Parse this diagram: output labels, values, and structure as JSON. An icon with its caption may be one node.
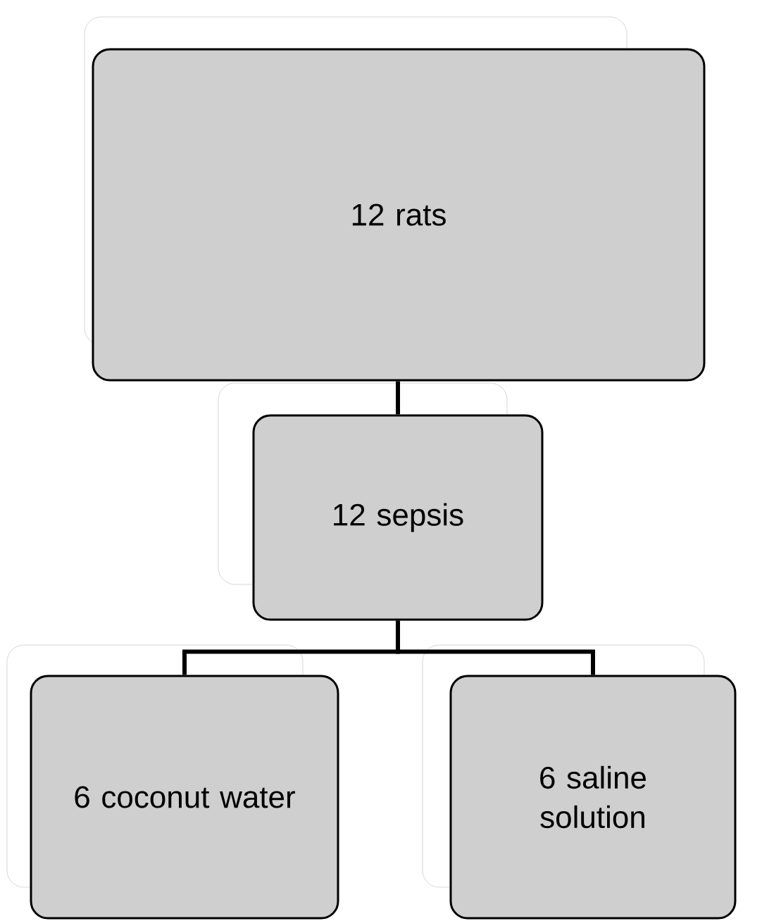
{
  "diagram": {
    "nodes": [
      {
        "text": [
          "12 rats"
        ]
      },
      {
        "text": [
          "12 sepsis"
        ]
      },
      {
        "text": [
          "6 coconut water"
        ]
      },
      {
        "text": [
          "6 saline solution"
        ]
      }
    ],
    "edges": [
      {
        "from": 0,
        "to": 1,
        "arrow": "none"
      },
      {
        "from": 1,
        "to": 2,
        "arrow": "none"
      },
      {
        "from": 1,
        "to": 3,
        "arrow": "none"
      }
    ]
  }
}
